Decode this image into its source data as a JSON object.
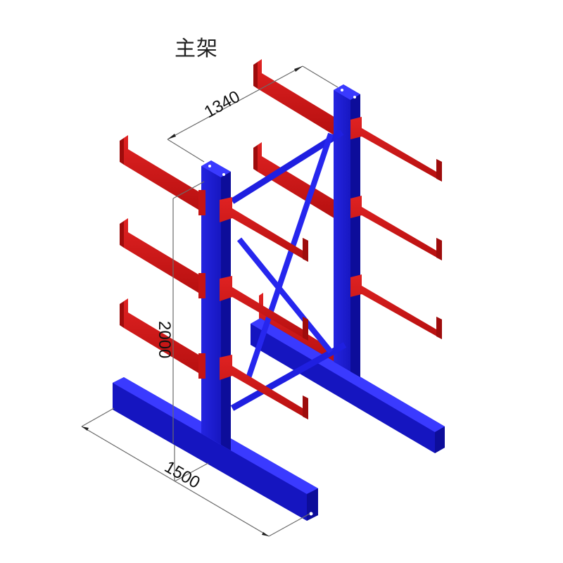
{
  "title": "主架",
  "colors": {
    "upright_blue": "#1a1ad0",
    "upright_blue_dark": "#0d0d9a",
    "upright_blue_light": "#3a3aff",
    "arm_red": "#d41616",
    "arm_red_dark": "#9e0c0c",
    "arm_red_light": "#ee3a3a",
    "dimension_line": "#6b6b6b",
    "background": "#ffffff"
  },
  "dimensions": {
    "depth": {
      "label": "1340",
      "description": "distance between the two upright columns"
    },
    "height": {
      "label": "2000",
      "description": "upright column height"
    },
    "base_length": {
      "label": "1500",
      "description": "base beam length"
    }
  },
  "structure": {
    "type": "double-sided cantilever rack",
    "uprights": 2,
    "arms_per_side_per_upright": 3,
    "bracing": "X-cross diagonal bracing between uprights"
  }
}
